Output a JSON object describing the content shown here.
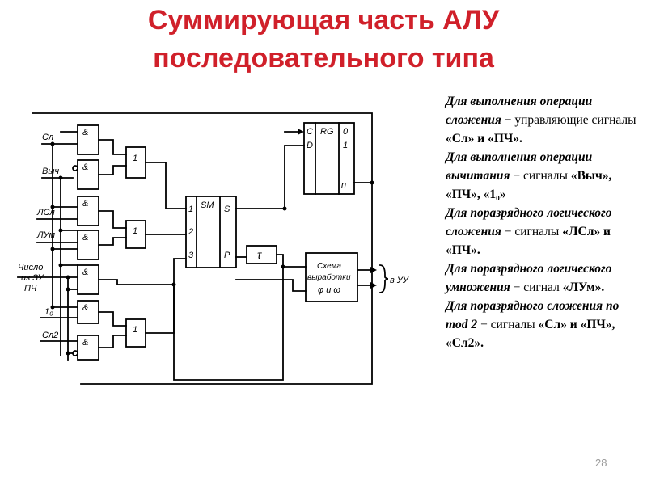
{
  "slide": {
    "title_line1": "Суммирующая часть АЛУ",
    "title_line2": "последовательного типа",
    "page_number": "28"
  },
  "diagram": {
    "inputs": {
      "sl": "Сл",
      "vych": "Выч",
      "lsl": "ЛСл",
      "lum": "ЛУм",
      "num_line1": "Число",
      "num_line2": "из ЗУ",
      "pch": "ПЧ",
      "one_zero": "1₀",
      "sl2": "Сл2"
    },
    "and_gate_label": "&",
    "or_gate_label": "1",
    "sm": {
      "title": "SM",
      "in1": "1",
      "in2": "2",
      "in3": "3",
      "out_s": "S",
      "out_p": "P"
    },
    "rg": {
      "c": "C",
      "d": "D",
      "title": "RG",
      "q0": "0",
      "q1": "1",
      "qn": "n"
    },
    "delay": "τ",
    "scheme_line1": "Схема",
    "scheme_line2": "выработки",
    "scheme_line3": "φ и ω",
    "output": "в УУ"
  },
  "notes": [
    {
      "lead": "Для выполнения операции сложения",
      "rest": " − управляющие сигналы ",
      "signals": "«Сл» и «ПЧ»."
    },
    {
      "lead": "Для выполнения операции вычитания",
      "rest": " − сигналы ",
      "signals": "«Выч», «ПЧ», «1₀»"
    },
    {
      "lead": "Для поразрядного логического сложения",
      "rest": " − сигналы ",
      "signals": "«ЛСл» и «ПЧ»."
    },
    {
      "lead": "Для поразрядного логического умножения",
      "rest": " − сигнал ",
      "signals": "«ЛУм»."
    },
    {
      "lead": "Для поразрядного сложения по mod 2",
      "rest": " − сигналы ",
      "signals": "«Сл» и «ПЧ», «Сл2»."
    }
  ]
}
